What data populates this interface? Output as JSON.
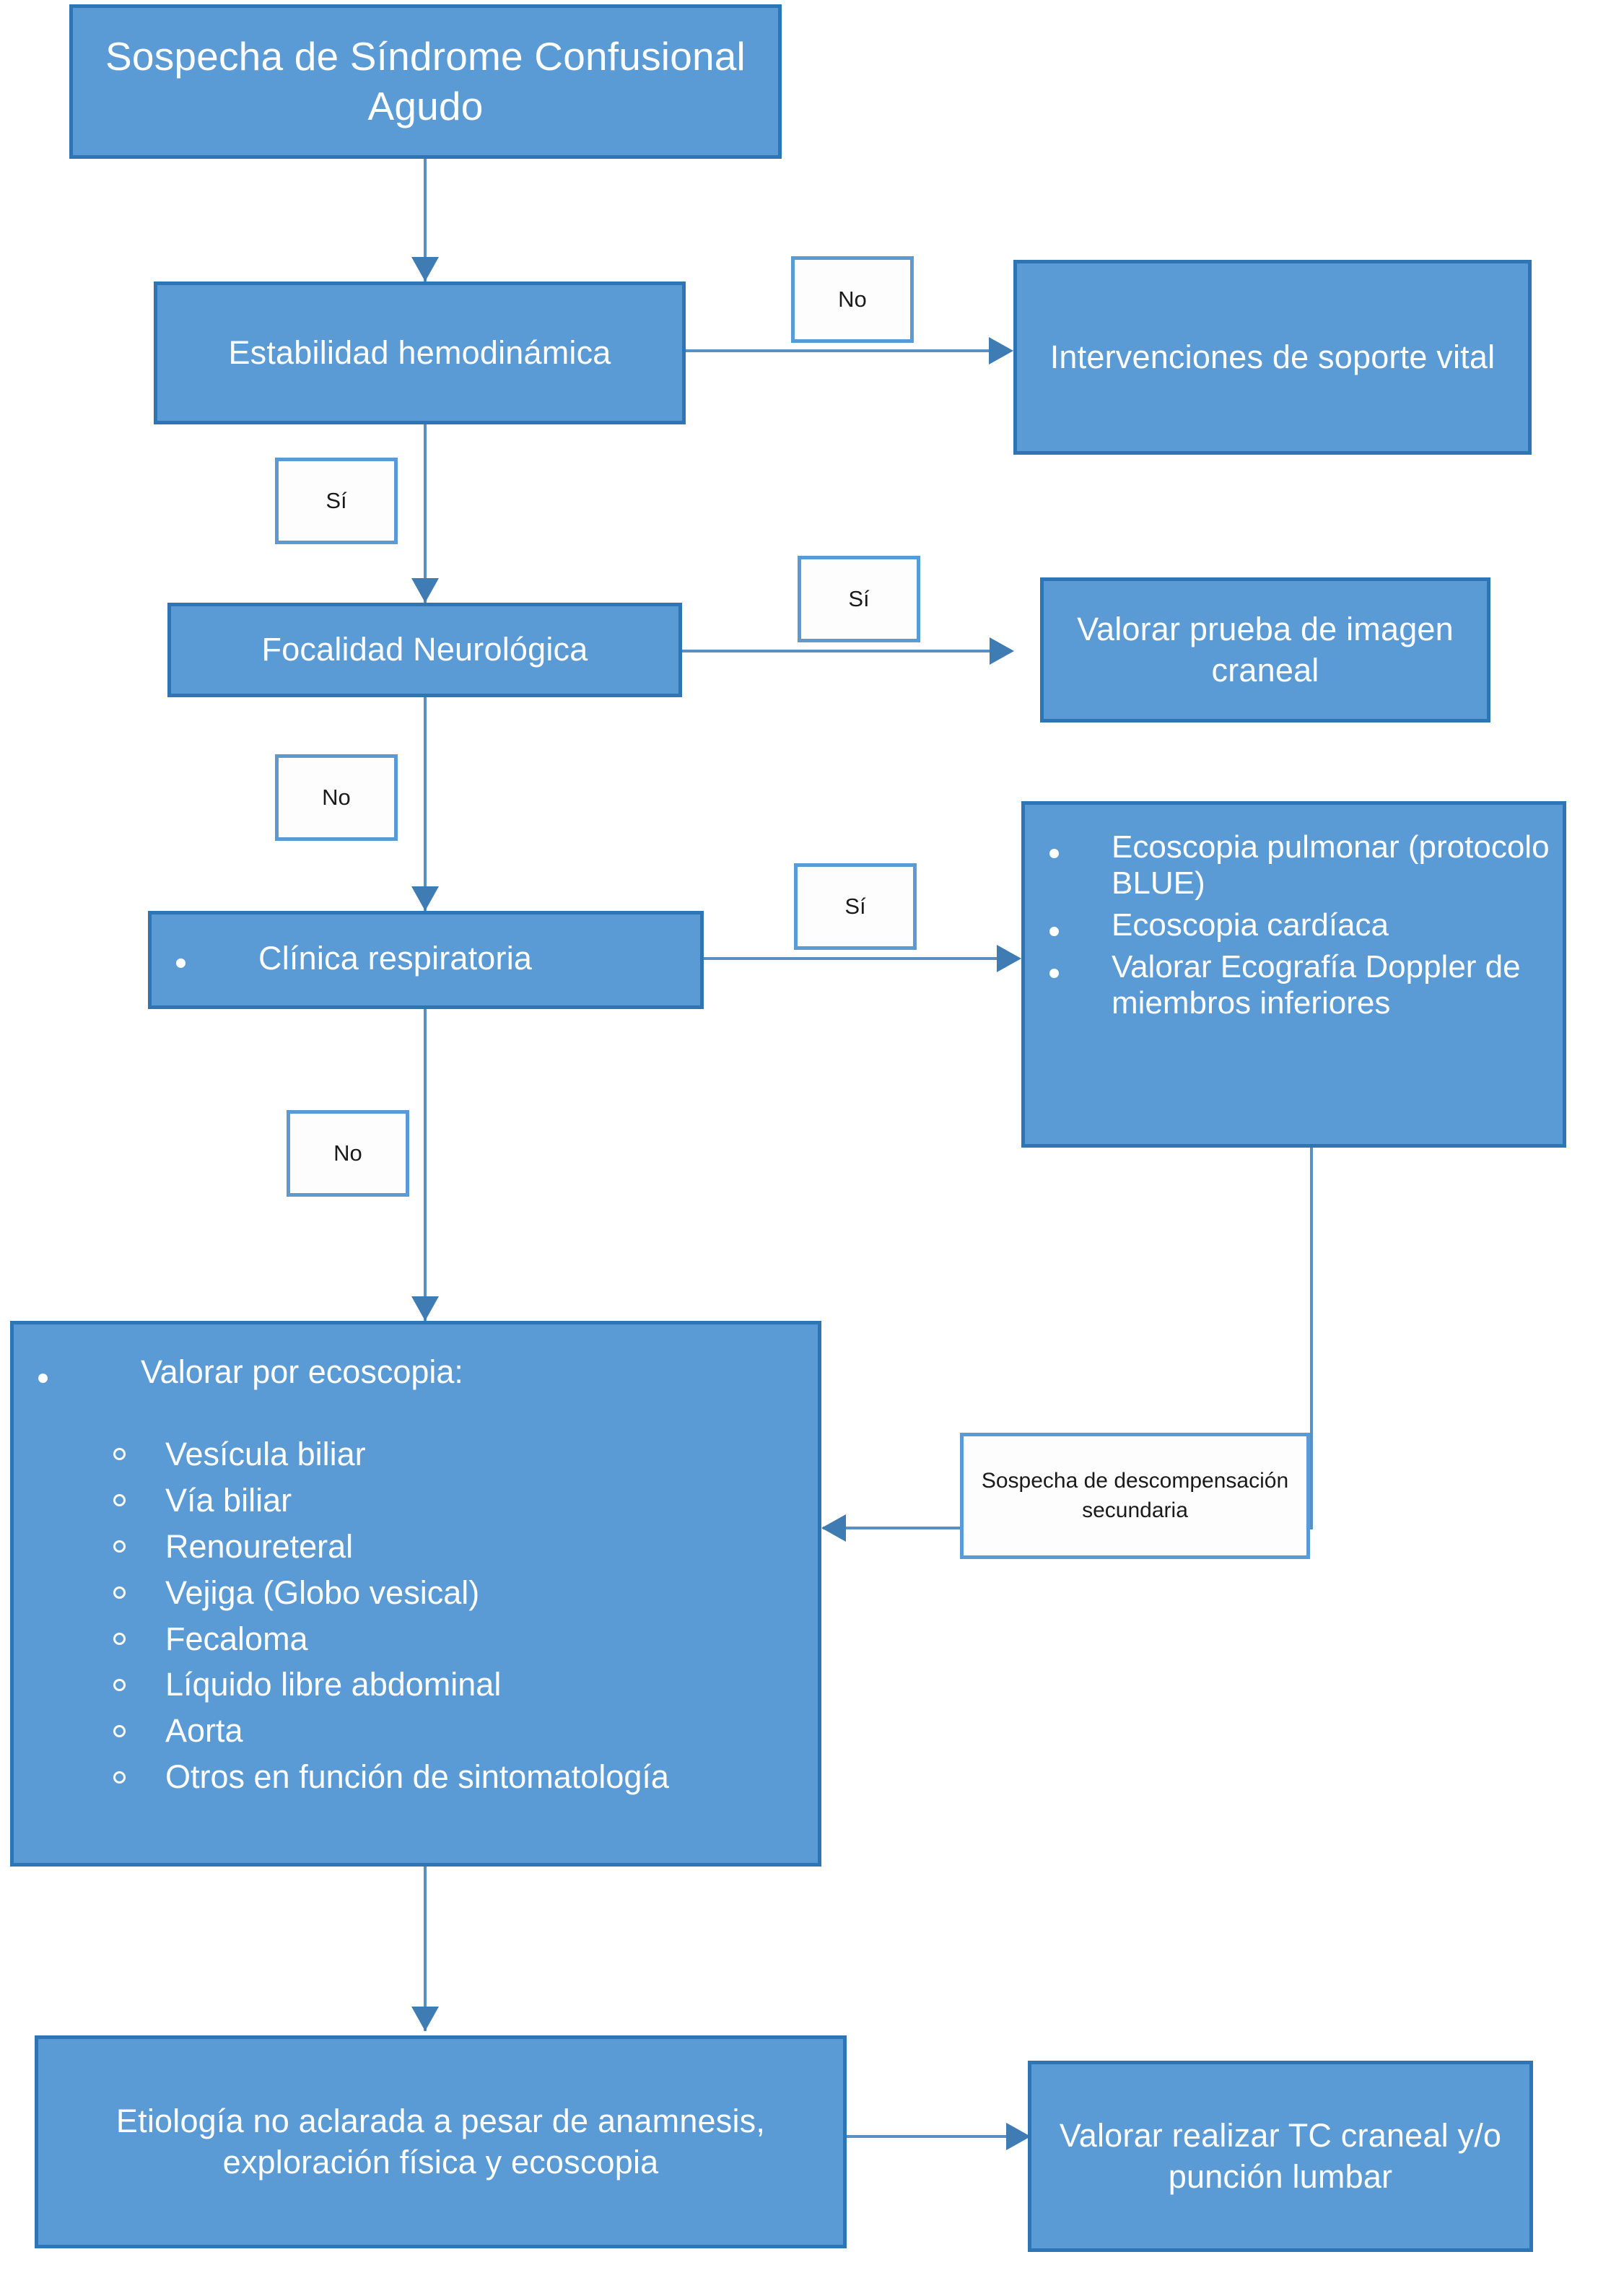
{
  "diagram": {
    "title_node": {
      "text": "Sospecha de Síndrome Confusional Agudo"
    },
    "nodes": {
      "estabilidad": "Estabilidad hemodinámica",
      "soporte_vital": "Intervenciones de soporte vital",
      "focalidad": "Focalidad Neurológica",
      "imagen_craneal": "Valorar prueba de imagen craneal",
      "clinica_respiratoria": "Clínica respiratoria",
      "etiologia": "Etiología no aclarada a pesar de anamnesis, exploración física y ecoscopia",
      "tc_craneal": "Valorar realizar TC craneal y/o punción lumbar",
      "descompensacion": "Sospecha de descompensación secundaria"
    },
    "ecoscopia_respiratoria_items": [
      "Ecoscopia pulmonar (protocolo BLUE)",
      "Ecoscopia cardíaca",
      "Valorar Ecografía Doppler de miembros inferiores"
    ],
    "valorar_ecoscopia": {
      "heading": "Valorar por ecoscopia:",
      "items": [
        "Vesícula biliar",
        "Vía biliar",
        "Renoureteral",
        "Vejiga (Globo vesical)",
        "Fecaloma",
        "Líquido libre abdominal",
        "Aorta",
        "Otros en función de sintomatología"
      ]
    },
    "edge_labels": {
      "estabilidad_no": "No",
      "estabilidad_si": "Sí",
      "focalidad_si": "Sí",
      "focalidad_no": "No",
      "respiratoria_si": "Sí",
      "respiratoria_no": "No"
    },
    "colors": {
      "node_fill": "#5b9bd5",
      "node_border": "#2e75b6",
      "label_border": "#5b9bd5",
      "connector": "#5b8fc0",
      "arrow": "#3f7cb4",
      "node_text": "#ffffff",
      "label_text": "#1a1a1a",
      "background": "#ffffff"
    }
  }
}
